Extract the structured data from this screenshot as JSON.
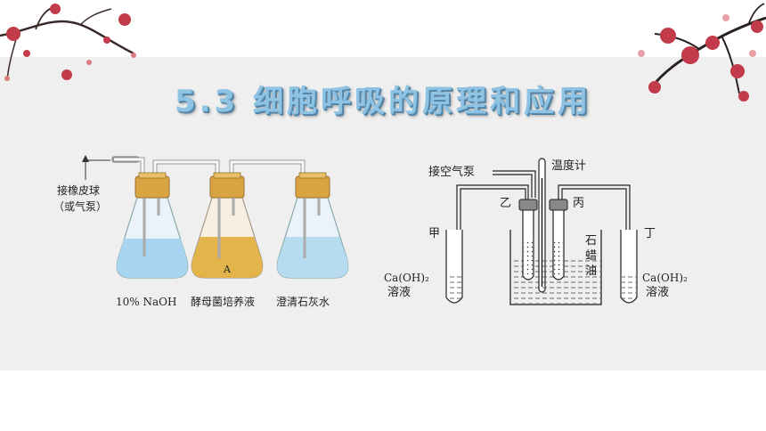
{
  "title": "5.3 细胞呼吸的原理和应用",
  "left_figure": {
    "bulb_label_line1": "接橡皮球",
    "bulb_label_line2": "（或气泵）",
    "flask_a_label": "A",
    "captions": [
      "10% NaOH",
      "酵母菌培养液",
      "澄清石灰水"
    ]
  },
  "right_figure": {
    "pump_label": "接空气泵",
    "thermometer_label": "温度计",
    "label_yi": "乙",
    "label_bing": "丙",
    "label_jia": "甲",
    "label_ding": "丁",
    "paraffin_label": [
      "石",
      "蜡",
      "油"
    ],
    "left_tube_label": [
      "Ca(OH)₂",
      "溶液"
    ],
    "right_tube_label": [
      "Ca(OH)₂",
      "溶液"
    ]
  },
  "colors": {
    "title": "#8ec3e3",
    "band": "#efefef",
    "blue_liquid": "#a9d4ef",
    "yeast_liquid": "#e2b44a",
    "stopper": "#d9a441",
    "blossom": "#c23b4a"
  }
}
